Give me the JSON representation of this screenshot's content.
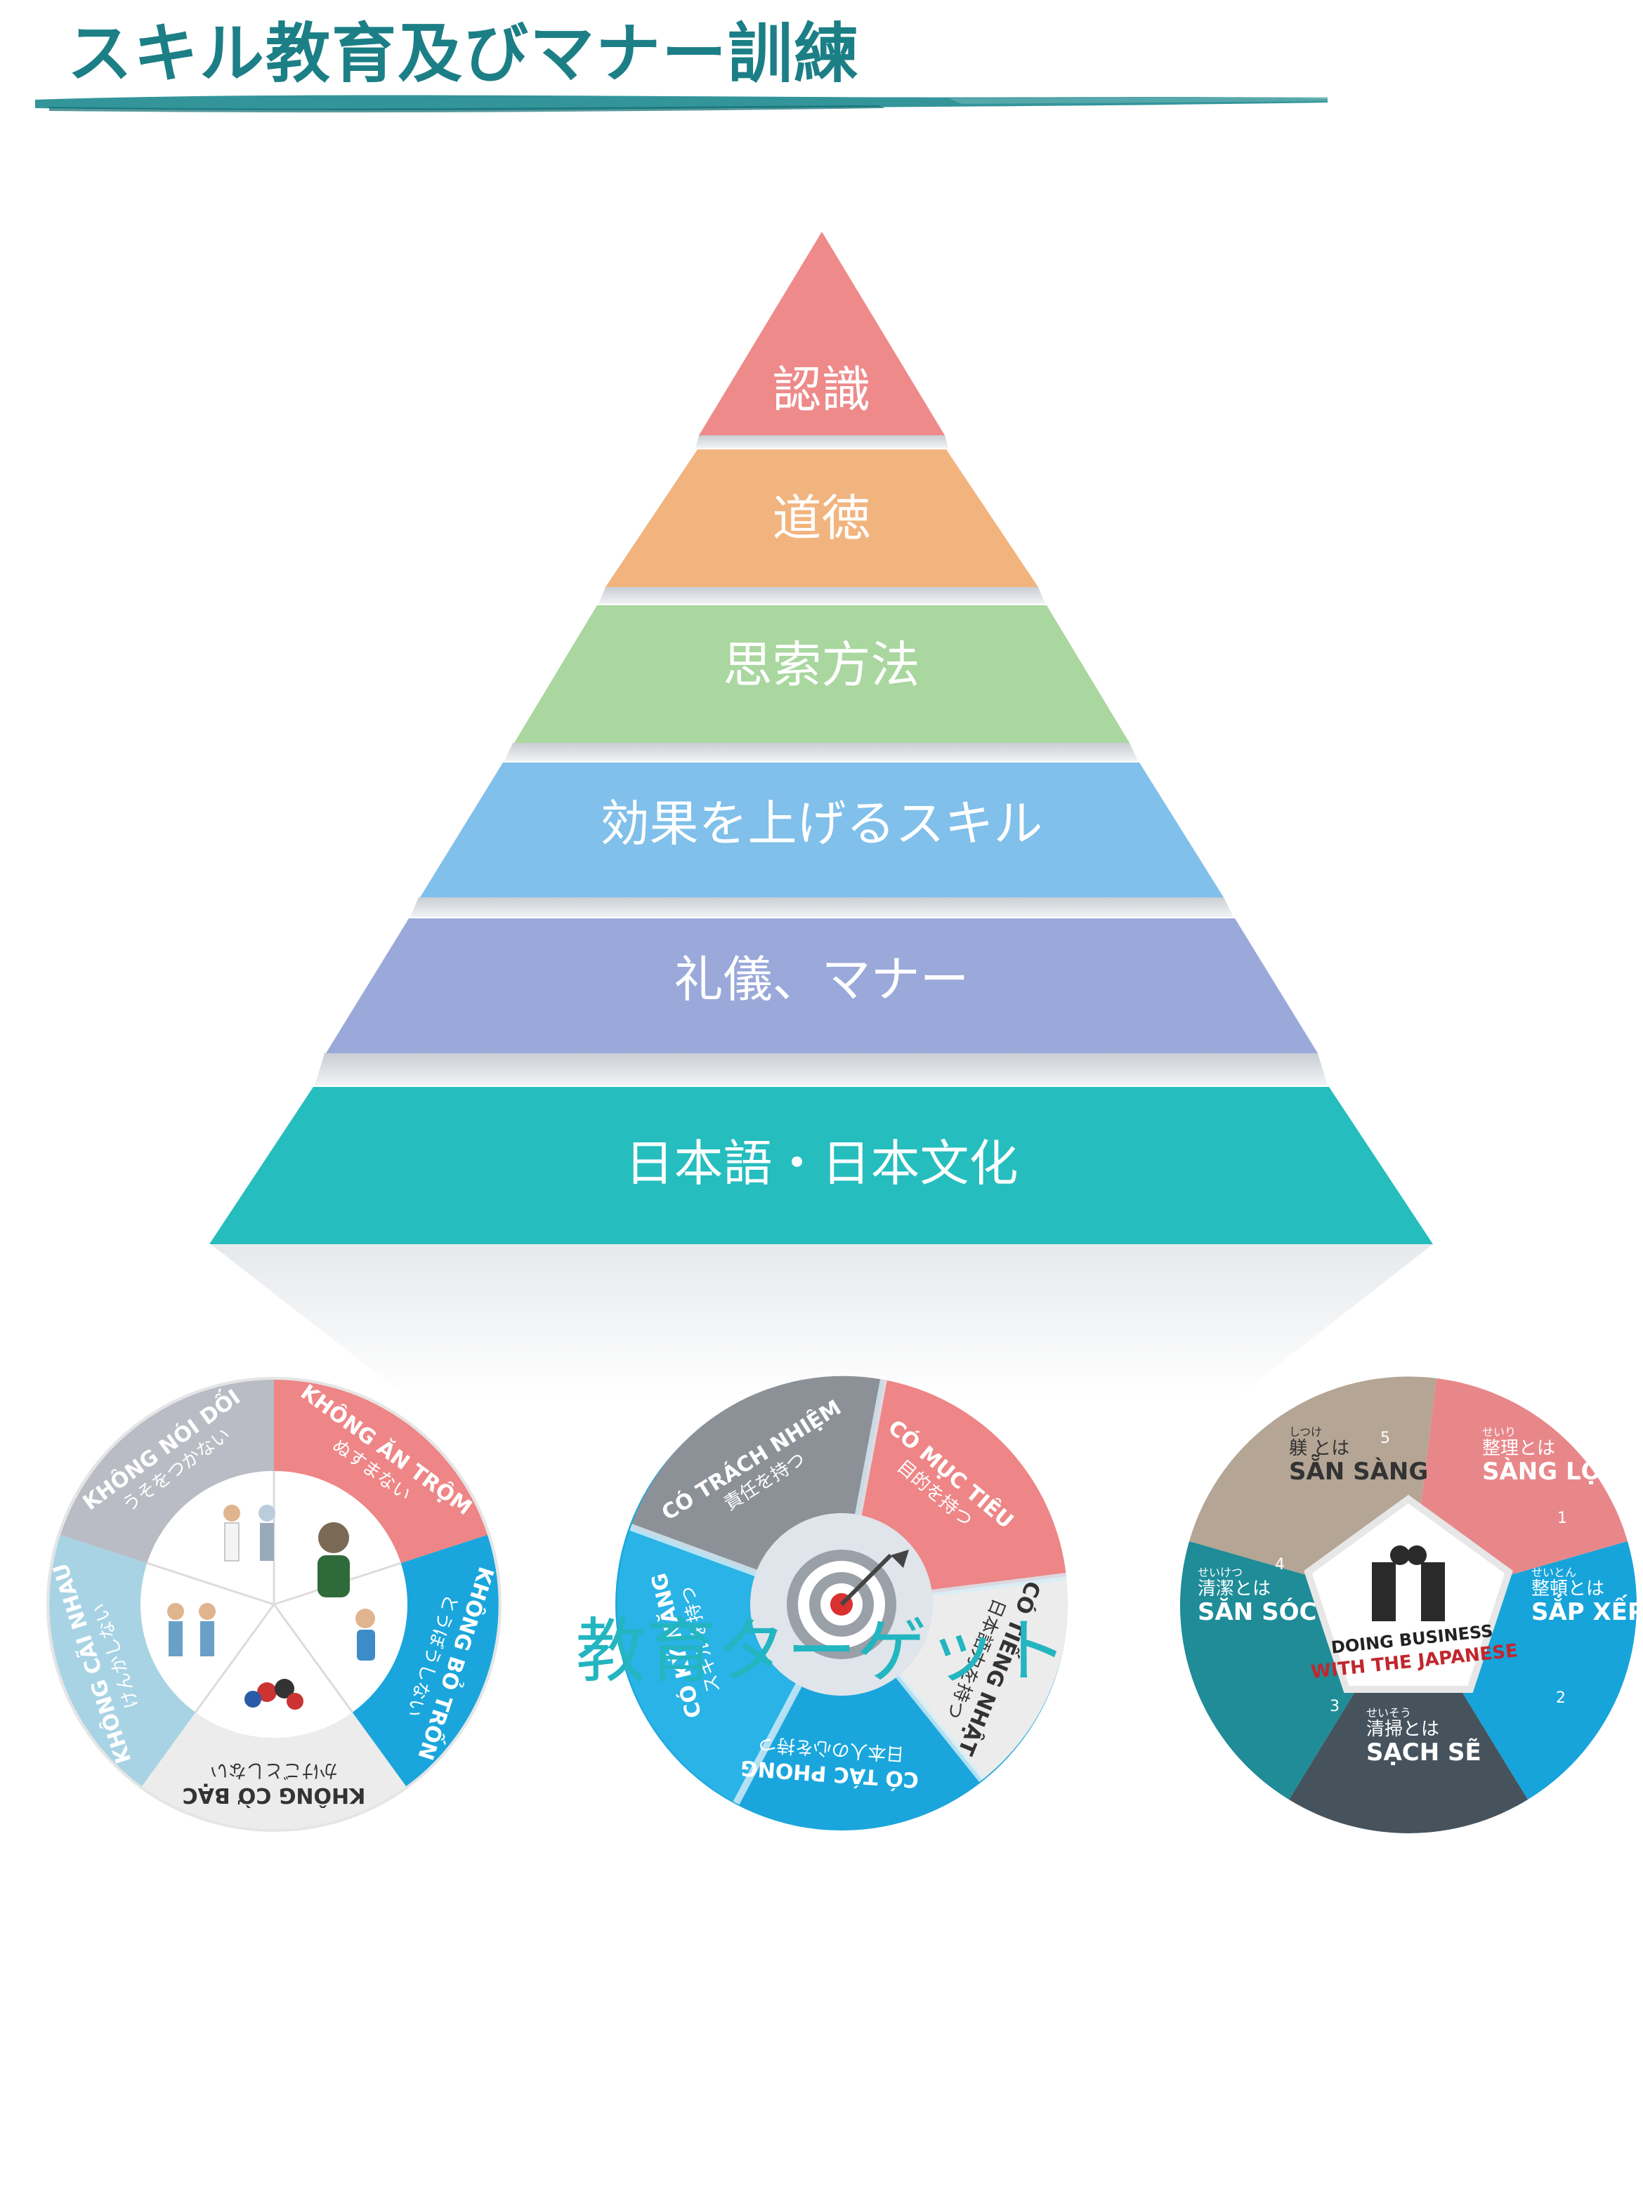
{
  "title": "スキル教育及びマナー訓練",
  "pyramid": {
    "tiers": [
      {
        "label": "認識",
        "color": "#ee8a8a"
      },
      {
        "label": "道徳",
        "color": "#f2b47e"
      },
      {
        "label": "思索方法",
        "color": "#a9d79f"
      },
      {
        "label": "効果を上げるスキル",
        "color": "#80c0ea"
      },
      {
        "label": "礼儀、マナー",
        "color": "#9aa9d9"
      },
      {
        "label": "日本語・日本文化",
        "color": "#26bdbe"
      }
    ]
  },
  "circle1": {
    "segments": [
      {
        "vi": "KHÔNG ĂN TRỘM",
        "jp": "ぬすまない"
      },
      {
        "vi": "KHÔNG BỎ TRỐN",
        "jp": "とうぼうしない"
      },
      {
        "vi": "KHÔNG CỜ BẠC",
        "jp": "かけごとしない"
      },
      {
        "vi": "KHÔNG CÃI NHAU",
        "jp": "けんかしない"
      },
      {
        "vi": "KHÔNG NÓI DỐI",
        "jp": "うそをつかない"
      }
    ]
  },
  "circle2": {
    "segments": [
      {
        "vi": "CÓ MỤC TIÊU",
        "jp": "目的を持つ"
      },
      {
        "vi": "CÓ TIẾNG NHẬT",
        "jp": "日本語力を持つ"
      },
      {
        "vi": "CÓ TÁC PHONG",
        "jp": "日本人の心を持つ"
      },
      {
        "vi": "CÓ KỸ NĂNG",
        "jp": "スキルを持つ"
      },
      {
        "vi": "CÓ TRÁCH NHIỆM",
        "jp": "責任を持つ"
      }
    ]
  },
  "circle3": {
    "segments": [
      {
        "num": "1",
        "furigana": "せいり",
        "jp": "整理とは",
        "vi": "SÀNG LỌC"
      },
      {
        "num": "2",
        "furigana": "せいとん",
        "jp": "整頓とは",
        "vi": "SẮP XẾP"
      },
      {
        "num": "3",
        "furigana": "せいそう",
        "jp": "清掃とは",
        "vi": "SẠCH SẼ"
      },
      {
        "num": "4",
        "furigana": "せいけつ",
        "jp": "清潔とは",
        "vi": "SĂN SÓC"
      },
      {
        "num": "5",
        "furigana": "しつけ",
        "jp": "躾 とは",
        "vi": "SẴN SÀNG"
      }
    ],
    "center_line1": "DOING BUSINESS",
    "center_line2": "WITH THE JAPANESE"
  },
  "caption": "教育ターゲット"
}
